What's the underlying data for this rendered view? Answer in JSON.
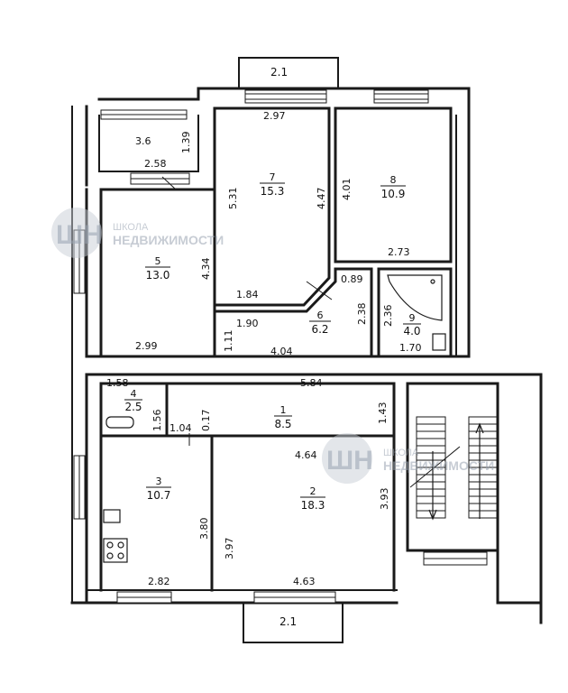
{
  "rooms": [
    {
      "id": "room-1",
      "number": "1",
      "area": "8.5"
    },
    {
      "id": "room-2",
      "number": "2",
      "area": "18.3"
    },
    {
      "id": "room-3",
      "number": "3",
      "area": "10.7"
    },
    {
      "id": "room-4",
      "number": "4",
      "area": "2.5"
    },
    {
      "id": "room-5",
      "number": "5",
      "area": "13.0"
    },
    {
      "id": "room-6",
      "number": "6",
      "area": "6.2"
    },
    {
      "id": "room-7",
      "number": "7",
      "area": "15.3"
    },
    {
      "id": "room-8",
      "number": "8",
      "area": "10.9"
    },
    {
      "id": "room-9",
      "number": "9",
      "area": "4.0"
    }
  ],
  "dimensions": [
    "2.1",
    "2.97",
    "3.6",
    "1.39",
    "2.58",
    "5.31",
    "4.47",
    "4.01",
    "4.34",
    "2.73",
    "0.89",
    "1.84",
    "2.38",
    "2.36",
    "1.90",
    "1.11",
    "2.99",
    "4.04",
    "1.70",
    "5.84",
    "1.58",
    "1.56",
    "1.43",
    "1.04",
    "0.17",
    "4.64",
    "3.80",
    "3.93",
    "3.97",
    "2.82",
    "4.63",
    "2.1"
  ],
  "watermark": {
    "logo": "ШН",
    "line1": "ШКОЛА",
    "line2": "НЕДВИЖИМОСТИ"
  }
}
